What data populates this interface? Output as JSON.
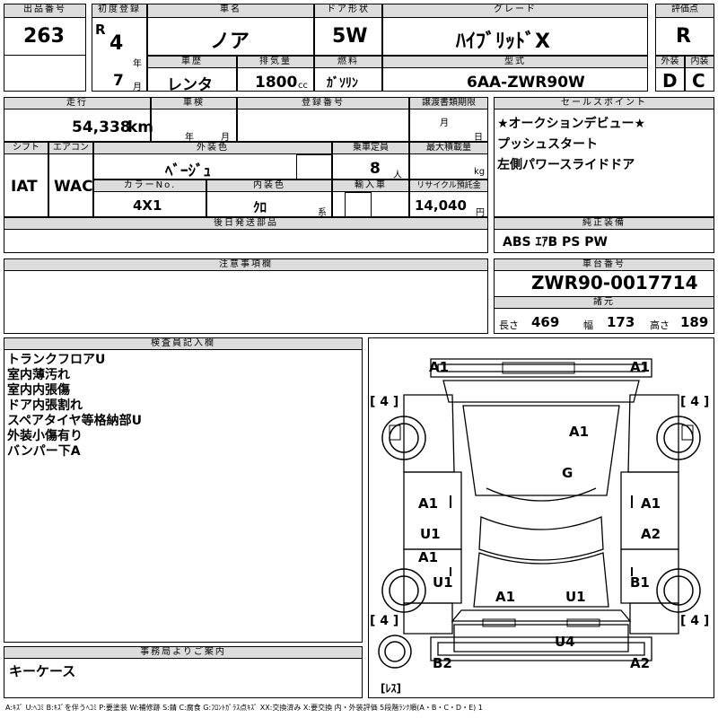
{
  "header": {
    "lot_label": "出品番号",
    "lot_value": "263",
    "first_reg_label": "初度登録",
    "era": "R",
    "year_value": "4",
    "year_unit": "年",
    "month_value": "7",
    "month_unit": "月",
    "carname_label": "車名",
    "carname_value": "ノア",
    "door_label": "ドア形状",
    "door_value": "5W",
    "grade_label": "グレード",
    "grade_value": "ﾊｲﾌﾞﾘｯﾄﾞX",
    "score_label": "評価点",
    "score_value": "R",
    "history_label": "車歴",
    "history_value": "レンタ",
    "disp_label": "排気量",
    "disp_value": "1800",
    "disp_unit": "cc",
    "fuel_label": "燃料",
    "fuel_value": "ｶﾞｿﾘﾝ",
    "model_label": "型式",
    "model_value": "6AA-ZWR90W",
    "ext_label": "外装",
    "ext_value": "D",
    "int_label": "内装",
    "int_value": "C"
  },
  "info": {
    "mileage_label": "走行",
    "mileage_value": "54,338",
    "mileage_unit": "km",
    "inspect_label": "車検",
    "year_unit": "年",
    "month_unit": "月",
    "regno_label": "登録番号",
    "transfer_label": "譲渡書類期限",
    "month_unit2": "月",
    "day_unit": "日",
    "shift_label": "シフト",
    "shift_value": "IAT",
    "ac_label": "エアコン",
    "ac_value": "WAC",
    "exterior_label": "外装色",
    "exterior_value": "ﾍﾞｰｼﾞｭ",
    "capacity_label": "乗車定員",
    "capacity_value": "8",
    "capacity_unit": "人",
    "load_label": "最大積載量",
    "load_unit": "kg",
    "colorno_label": "カラーNo.",
    "colorno_value": "4X1",
    "interior_label": "内装色",
    "interior_value": "ｸﾛ",
    "interior_unit": "系",
    "import_label": "輸入車",
    "recycle_label": "リサイクル預託金",
    "recycle_value": "14,040",
    "recycle_unit": "円",
    "later_label": "後日発送部品"
  },
  "sales": {
    "label": "セールスポイント",
    "lines": [
      "★オークションデビュー★",
      "プッシュスタート",
      "左側パワースライドドア"
    ]
  },
  "equipment": {
    "label": "純正装備",
    "value": "ABS ｴｱB PS PW"
  },
  "caution": {
    "label": "注意事項欄"
  },
  "chassis": {
    "label": "車台番号",
    "value": "ZWR90-0017714",
    "spec_label": "諸元",
    "len_label": "長さ",
    "len_value": "469",
    "wid_label": "幅",
    "wid_value": "173",
    "hgt_label": "高さ",
    "hgt_value": "189"
  },
  "inspector": {
    "label": "検査員記入欄",
    "lines": [
      "トランクフロアU",
      "室内薄汚れ",
      "室内内張傷",
      "ドア内張割れ",
      "スペアタイヤ等格納部U",
      "外装小傷有り",
      "バンパー下A"
    ]
  },
  "office": {
    "label": "事務局よりご案内",
    "value": "キーケース"
  },
  "diagram": {
    "tags": [
      "A1",
      "A1",
      "A1",
      "G",
      "A1",
      "A1",
      "U1",
      "A2",
      "A1",
      "U1",
      "B1",
      "A1",
      "U1",
      "U4",
      "B2",
      "A2"
    ],
    "tire_marks": [
      "[ 4 ]",
      "[ 4 ]",
      "[ 4 ]",
      "[ 4 ]"
    ],
    "spare_label": "[ﾚｽ]"
  },
  "legend": "A:ｷｽﾞ U:ﾍｺﾐ B:ｷｽﾞを伴うﾍｺﾐ P:要塗装 W:補修跡 S:錆 C:腐食 G:ﾌﾛﾝﾄｶﾞﾗｽ点ｷｽﾞ XX:交換済み X:要交換 内・外装評価 5段階ﾗﾝｸ順(A・B・C・D・E) 1"
}
